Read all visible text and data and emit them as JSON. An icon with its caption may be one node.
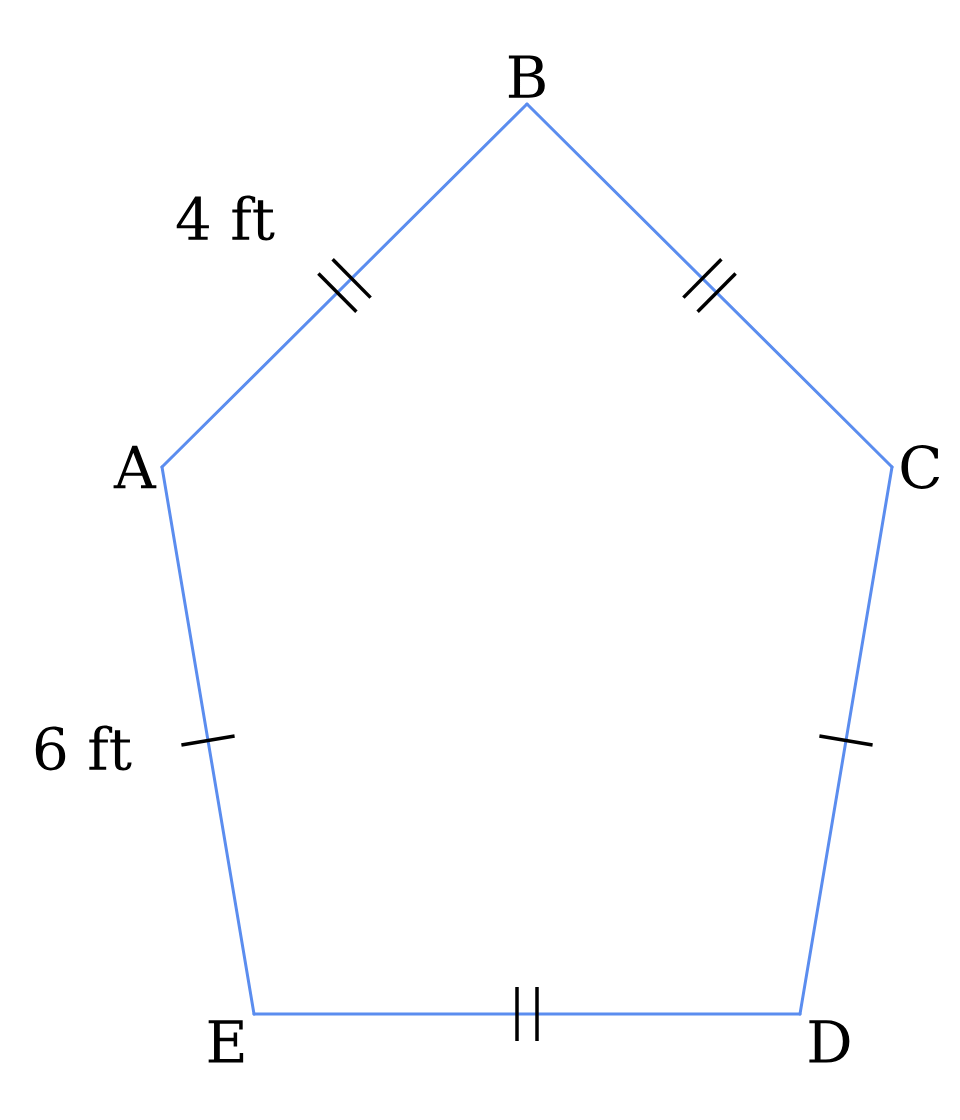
{
  "diagram": {
    "nodes": [
      {
        "text": [
          "A"
        ]
      },
      {
        "text": [
          "B"
        ]
      },
      {
        "text": [
          "C"
        ]
      },
      {
        "text": [
          "D"
        ]
      },
      {
        "text": [
          "E"
        ]
      }
    ],
    "edges": [
      {
        "from": 0,
        "to": 1,
        "arrow": "none",
        "label": "4 ft"
      },
      {
        "from": 1,
        "to": 2,
        "arrow": "none"
      },
      {
        "from": 2,
        "to": 3,
        "arrow": "none"
      },
      {
        "from": 3,
        "to": 4,
        "arrow": "none"
      },
      {
        "from": 4,
        "to": 0,
        "arrow": "none",
        "label": "6 ft"
      }
    ]
  }
}
